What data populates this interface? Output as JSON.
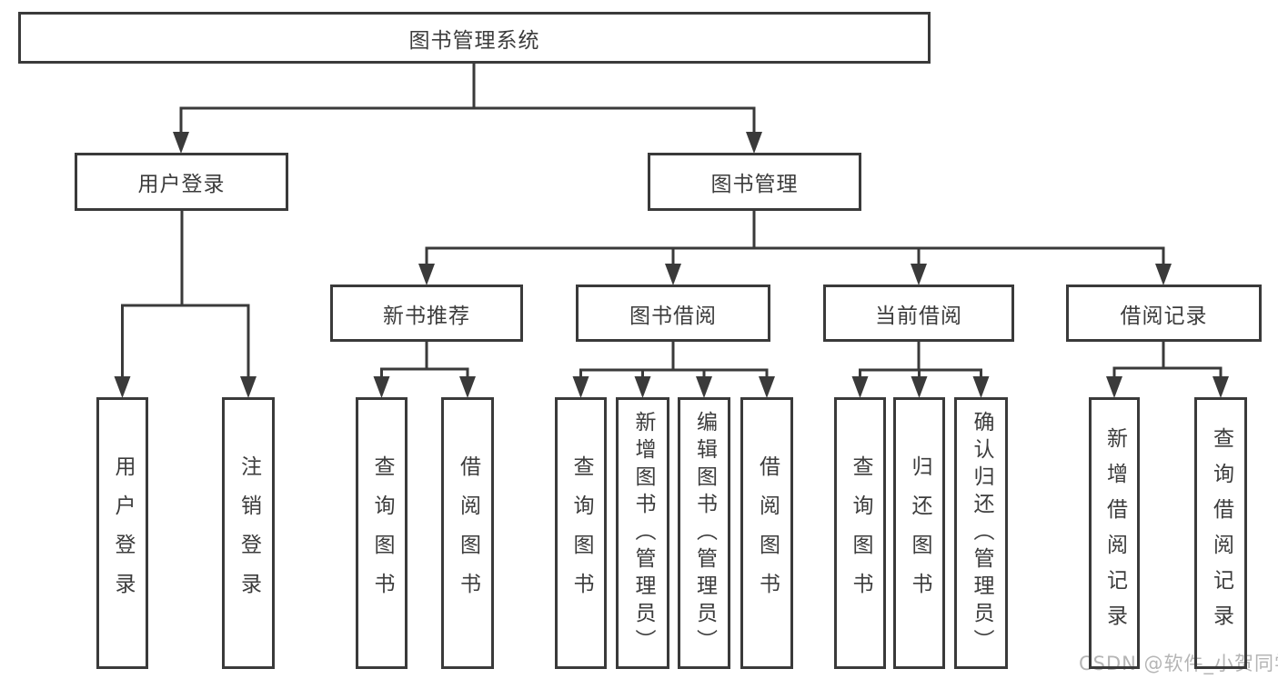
{
  "diagram": {
    "nodes": {
      "root": {
        "label": "图书管理系统"
      },
      "user_login": {
        "label": "用户登录"
      },
      "book_management": {
        "label": "图书管理"
      },
      "new_book_recommend": {
        "label": "新书推荐"
      },
      "book_borrowing": {
        "label": "图书借阅"
      },
      "current_borrowing": {
        "label": "当前借阅"
      },
      "borrowing_records": {
        "label": "借阅记录"
      },
      "leaf_user_login": {
        "label": "用户登录"
      },
      "leaf_logout": {
        "label": "注销登录"
      },
      "leaf_nr_query_books": {
        "label": "查询图书"
      },
      "leaf_nr_borrow_books": {
        "label": "借阅图书"
      },
      "leaf_bb_query_books": {
        "label": "查询图书"
      },
      "leaf_bb_add_books": {
        "label": "新增图书（管理员）"
      },
      "leaf_bb_edit_books": {
        "label": "编辑图书（管理员）"
      },
      "leaf_bb_borrow_books": {
        "label": "借阅图书"
      },
      "leaf_cb_query_books": {
        "label": "查询图书"
      },
      "leaf_cb_return_books": {
        "label": "归还图书"
      },
      "leaf_cb_confirm_return": {
        "label": "确认归还（管理员）"
      },
      "leaf_br_add_record": {
        "label": "新增借阅记录"
      },
      "leaf_br_query_record": {
        "label": "查询借阅记录"
      }
    },
    "watermark": "CSDN @软件_小贺同学",
    "colors": {
      "line": "#3a3a3a",
      "border": "#3a3a3a",
      "text": "#3c3c3c",
      "background": "#ffffff",
      "watermark": "#b5b5b5"
    }
  }
}
